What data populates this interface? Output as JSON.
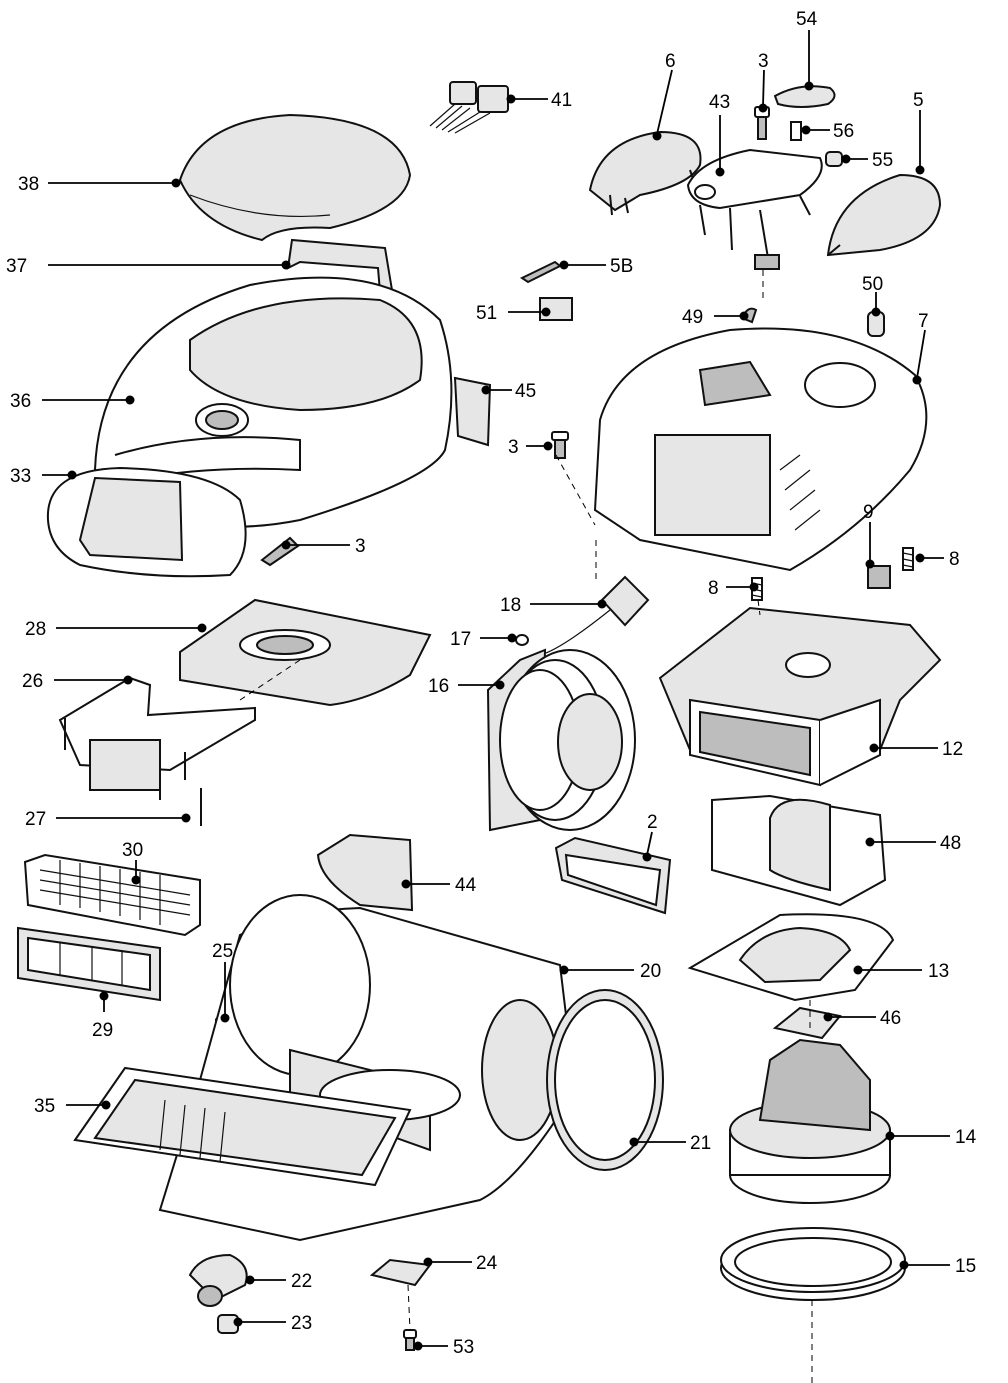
{
  "callouts": [
    {
      "id": "c-41",
      "label": "41"
    },
    {
      "id": "c-54",
      "label": "54"
    },
    {
      "id": "c-6",
      "label": "6"
    },
    {
      "id": "c-3a",
      "label": "3"
    },
    {
      "id": "c-43",
      "label": "43"
    },
    {
      "id": "c-5",
      "label": "5"
    },
    {
      "id": "c-56",
      "label": "56"
    },
    {
      "id": "c-55",
      "label": "55"
    },
    {
      "id": "c-38",
      "label": "38"
    },
    {
      "id": "c-37",
      "label": "37"
    },
    {
      "id": "c-5b",
      "label": "5B"
    },
    {
      "id": "c-51",
      "label": "51"
    },
    {
      "id": "c-49",
      "label": "49"
    },
    {
      "id": "c-50",
      "label": "50"
    },
    {
      "id": "c-7",
      "label": "7"
    },
    {
      "id": "c-36",
      "label": "36"
    },
    {
      "id": "c-45",
      "label": "45"
    },
    {
      "id": "c-3b",
      "label": "3"
    },
    {
      "id": "c-33",
      "label": "33"
    },
    {
      "id": "c-3c",
      "label": "3"
    },
    {
      "id": "c-9",
      "label": "9"
    },
    {
      "id": "c-8a",
      "label": "8"
    },
    {
      "id": "c-8b",
      "label": "8"
    },
    {
      "id": "c-18",
      "label": "18"
    },
    {
      "id": "c-28",
      "label": "28"
    },
    {
      "id": "c-17",
      "label": "17"
    },
    {
      "id": "c-26",
      "label": "26"
    },
    {
      "id": "c-16",
      "label": "16"
    },
    {
      "id": "c-12",
      "label": "12"
    },
    {
      "id": "c-27",
      "label": "27"
    },
    {
      "id": "c-2",
      "label": "2"
    },
    {
      "id": "c-48",
      "label": "48"
    },
    {
      "id": "c-30",
      "label": "30"
    },
    {
      "id": "c-44",
      "label": "44"
    },
    {
      "id": "c-25",
      "label": "25"
    },
    {
      "id": "c-20",
      "label": "20"
    },
    {
      "id": "c-13",
      "label": "13"
    },
    {
      "id": "c-29",
      "label": "29"
    },
    {
      "id": "c-46",
      "label": "46"
    },
    {
      "id": "c-35",
      "label": "35"
    },
    {
      "id": "c-14",
      "label": "14"
    },
    {
      "id": "c-21",
      "label": "21"
    },
    {
      "id": "c-22",
      "label": "22"
    },
    {
      "id": "c-24",
      "label": "24"
    },
    {
      "id": "c-15",
      "label": "15"
    },
    {
      "id": "c-23",
      "label": "23"
    },
    {
      "id": "c-53",
      "label": "53"
    }
  ]
}
